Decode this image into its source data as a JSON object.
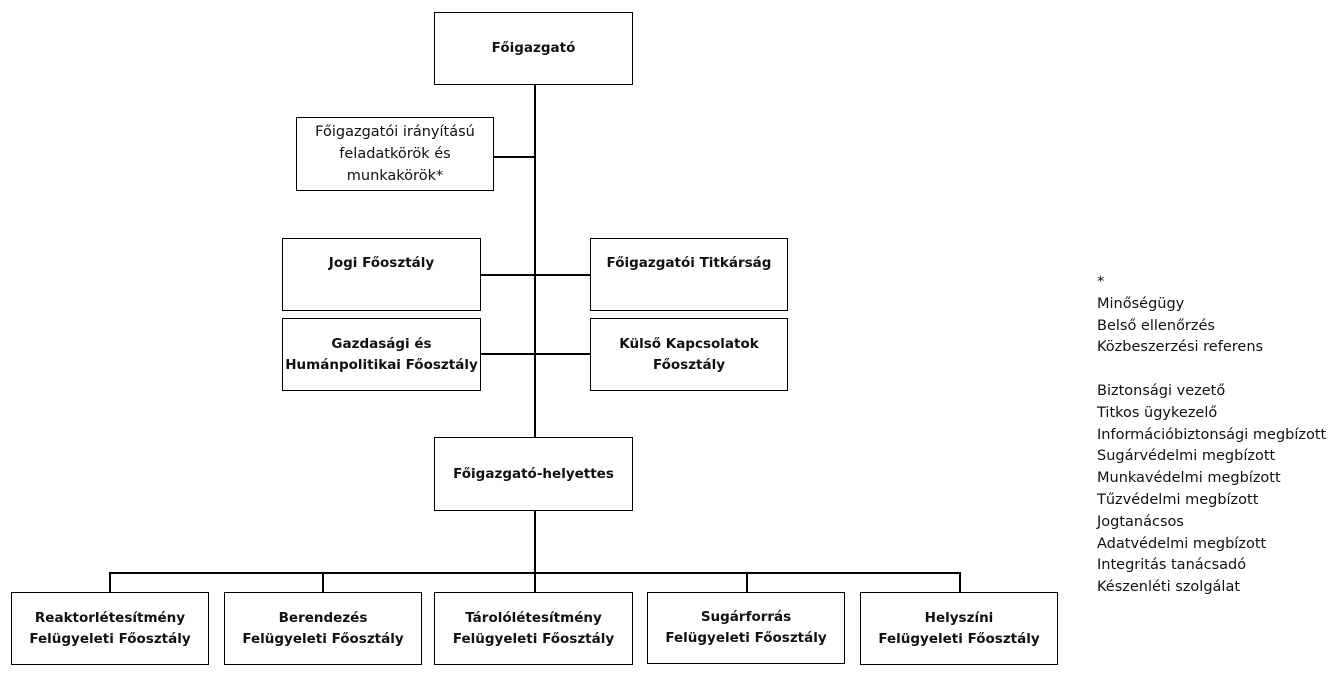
{
  "org_chart": {
    "director": {
      "label": "Főigazgató"
    },
    "director_functions": {
      "lines": [
        "Főigazgatói irányítású",
        "feladatkörök és",
        "munkakörök*"
      ]
    },
    "staff_left": [
      {
        "lines": [
          "Jogi Főosztály"
        ]
      },
      {
        "lines": [
          "Gazdasági és",
          "Humánpolitikai Főosztály"
        ]
      }
    ],
    "staff_right": [
      {
        "lines": [
          "Főigazgatói Titkárság"
        ]
      },
      {
        "lines": [
          "Külső Kapcsolatok",
          "Főosztály"
        ]
      }
    ],
    "deputy": {
      "label": "Főigazgató-helyettes"
    },
    "departments": [
      {
        "lines": [
          "Reaktorlétesítmény",
          "Felügyeleti Főosztály"
        ]
      },
      {
        "lines": [
          "Berendezés",
          "Felügyeleti Főosztály"
        ]
      },
      {
        "lines": [
          "Tárolólétesítmény",
          "Felügyeleti Főosztály"
        ]
      },
      {
        "lines": [
          "Sugárforrás",
          "Felügyeleti Főosztály"
        ]
      },
      {
        "lines": [
          "Helyszíni",
          "Felügyeleti Főosztály"
        ]
      }
    ]
  },
  "footnote": {
    "marker": "*",
    "group1": [
      "Minőségügy",
      "Belső ellenőrzés",
      "Közbeszerzési referens"
    ],
    "group2": [
      "Biztonsági vezető",
      "Titkos ügykezelő",
      "Információbiztonsági megbízott",
      "Sugárvédelmi megbízott",
      "Munkavédelmi megbízott",
      "Tűzvédelmi megbízott",
      "Jogtanácsos",
      "Adatvédelmi megbízott",
      "Integritás tanácsadó",
      "Készenléti szolgálat"
    ]
  }
}
